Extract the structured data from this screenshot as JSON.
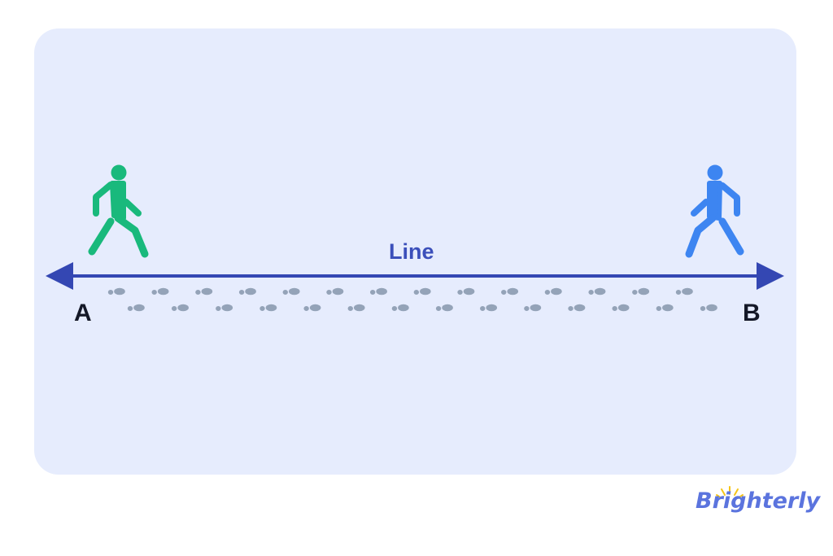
{
  "diagram": {
    "title": "Line",
    "endpoints": {
      "start": "A",
      "end": "B"
    },
    "walkers": [
      {
        "name": "walker-left",
        "color": "#19b97c",
        "direction": "right"
      },
      {
        "name": "walker-right",
        "color": "#3d85f1",
        "direction": "left"
      }
    ],
    "line": {
      "color": "#3447b3",
      "arrowheads": "both"
    },
    "footprints": {
      "color": "#94a3b8",
      "top_row_count": 14,
      "bottom_row_count": 14
    }
  },
  "colors": {
    "card_background": "#e6ecfd",
    "line_label": "#3b4fba",
    "point_label": "#141827",
    "logo": "#5b74de",
    "logo_sun": "#f5c518"
  },
  "branding": {
    "logo_text": "Brighterly"
  }
}
